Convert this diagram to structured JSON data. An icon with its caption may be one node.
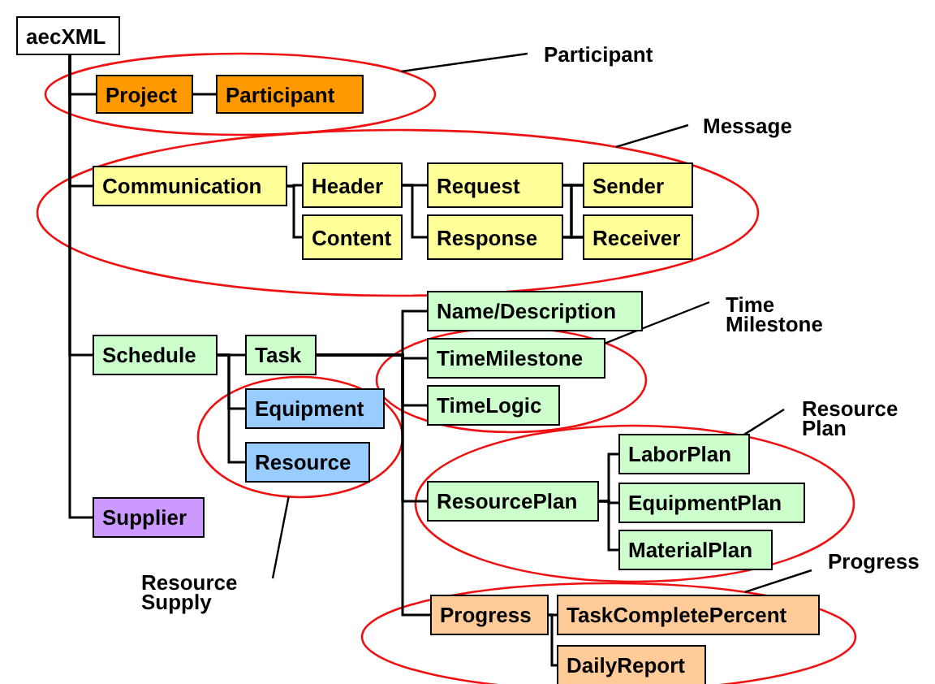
{
  "diagram": {
    "nodes": [
      {
        "text": [
          "aecXML"
        ]
      },
      {
        "text": [
          "Project"
        ],
        "in": 25
      },
      {
        "text": [
          "Participant"
        ],
        "in": 25
      },
      {
        "text": [
          "Communication"
        ],
        "in": 26
      },
      {
        "text": [
          "Header"
        ],
        "in": 26
      },
      {
        "text": [
          "Content"
        ],
        "in": 26
      },
      {
        "text": [
          "Request"
        ],
        "in": 26
      },
      {
        "text": [
          "Response"
        ],
        "in": 26
      },
      {
        "text": [
          "Sender"
        ],
        "in": 26
      },
      {
        "text": [
          "Receiver"
        ],
        "in": 26
      },
      {
        "text": [
          "Schedule"
        ]
      },
      {
        "text": [
          "Task"
        ]
      },
      {
        "text": [
          "Equipment"
        ],
        "in": 28
      },
      {
        "text": [
          "Resource"
        ],
        "in": 28
      },
      {
        "text": [
          "Supplier"
        ]
      },
      {
        "text": [
          "Name/Description"
        ]
      },
      {
        "text": [
          "TimeMilestone"
        ],
        "in": 27
      },
      {
        "text": [
          "TimeLogic"
        ],
        "in": 27
      },
      {
        "text": [
          "ResourcePlan"
        ],
        "in": 29
      },
      {
        "text": [
          "LaborPlan"
        ],
        "in": 29
      },
      {
        "text": [
          "EquipmentPlan"
        ],
        "in": 29
      },
      {
        "text": [
          "MaterialPlan"
        ],
        "in": 29
      },
      {
        "text": [
          "Progress"
        ],
        "in": 30
      },
      {
        "text": [
          "TaskCompletePercent"
        ],
        "in": 30
      },
      {
        "text": [
          "DailyReport"
        ],
        "in": 30
      },
      {
        "text": [],
        "shape": "ellipse"
      },
      {
        "text": [],
        "shape": "ellipse"
      },
      {
        "text": [],
        "shape": "ellipse"
      },
      {
        "text": [],
        "shape": "ellipse"
      },
      {
        "text": [],
        "shape": "ellipse"
      },
      {
        "text": [],
        "shape": "ellipse"
      },
      {
        "text": [
          "Participant"
        ]
      },
      {
        "text": [
          "Message"
        ]
      },
      {
        "text": [
          "Time Milestone"
        ]
      },
      {
        "text": [
          "Resource Plan"
        ]
      },
      {
        "text": [
          "Progress"
        ]
      },
      {
        "text": [
          "Resource Supply"
        ]
      }
    ],
    "edges": [
      {
        "from": 0,
        "to": 1,
        "arrow": "none"
      },
      {
        "from": 1,
        "to": 2,
        "arrow": "none"
      },
      {
        "from": 0,
        "to": 3,
        "arrow": "none"
      },
      {
        "from": 3,
        "to": 4,
        "arrow": "none"
      },
      {
        "from": 3,
        "to": 5,
        "arrow": "none"
      },
      {
        "from": 4,
        "to": 6,
        "arrow": "none"
      },
      {
        "from": 4,
        "to": 7,
        "arrow": "none"
      },
      {
        "from": 6,
        "to": 8,
        "arrow": "none"
      },
      {
        "from": 6,
        "to": 9,
        "arrow": "none"
      },
      {
        "from": 7,
        "to": 8,
        "arrow": "none"
      },
      {
        "from": 7,
        "to": 9,
        "arrow": "none"
      },
      {
        "from": 0,
        "to": 10,
        "arrow": "none"
      },
      {
        "from": 0,
        "to": 14,
        "arrow": "none"
      },
      {
        "from": 10,
        "to": 11,
        "arrow": "none"
      },
      {
        "from": 10,
        "to": 12,
        "arrow": "none"
      },
      {
        "from": 10,
        "to": 13,
        "arrow": "none"
      },
      {
        "from": 11,
        "to": 15,
        "arrow": "none"
      },
      {
        "from": 11,
        "to": 16,
        "arrow": "none"
      },
      {
        "from": 11,
        "to": 17,
        "arrow": "none"
      },
      {
        "from": 11,
        "to": 18,
        "arrow": "none"
      },
      {
        "from": 11,
        "to": 22,
        "arrow": "none"
      },
      {
        "from": 18,
        "to": 19,
        "arrow": "none"
      },
      {
        "from": 18,
        "to": 20,
        "arrow": "none"
      },
      {
        "from": 18,
        "to": 21,
        "arrow": "none"
      },
      {
        "from": 22,
        "to": 23,
        "arrow": "none"
      },
      {
        "from": 22,
        "to": 24,
        "arrow": "none"
      },
      {
        "from": 31,
        "to": 25,
        "arrow": "none"
      },
      {
        "from": 32,
        "to": 26,
        "arrow": "none"
      },
      {
        "from": 33,
        "to": 27,
        "arrow": "none"
      },
      {
        "from": 34,
        "to": 29,
        "arrow": "none"
      },
      {
        "from": 35,
        "to": 30,
        "arrow": "none"
      },
      {
        "from": 36,
        "to": 28,
        "arrow": "none"
      }
    ]
  }
}
